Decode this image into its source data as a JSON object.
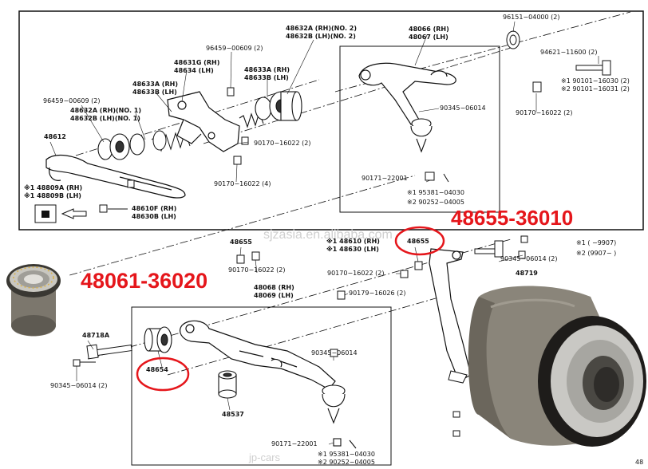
{
  "top_panel": {
    "labels": {
      "p96151": "96151−04000 (2)",
      "p48066": "48066 (RH)",
      "p48067": "48067 (LH)",
      "p48632a": "48632A (RH)(NO. 2)",
      "p48632b": "48632B (LH)(NO. 2)",
      "p96459a": "96459−00609 (2)",
      "p48631g": "48631G (RH)",
      "p48634": "48634 (LH)",
      "p48633a_r": "48633A (RH)",
      "p48633b_r": "48633B (LH)",
      "p94621": "94621−11600 (2)",
      "p90101a": "※1 90101−16030 (2)",
      "p90101b": "※2 90101−16031 (2)",
      "p48633a_l": "48633A (RH)",
      "p48633b_l": "48633B (LH)",
      "p96459b": "96459−00609 (2)",
      "p48632a1": "48632A (RH)(NO. 1)",
      "p48632b1": "48632B (LH)(NO. 1)",
      "p90345": "90345−06014",
      "p90170a": "90170−16022 (2)",
      "p48612": "48612",
      "p90170b": "90170−16022 (2)",
      "p90170c": "90170−16022 (4)",
      "p90171": "90171−22001",
      "p48809a": "※1 48809A (RH)",
      "p48809b": "※1 48809B (LH)",
      "p95381": "※1 95381−04030",
      "p90252": "※2 90252−04005",
      "p48610f": "48610F (RH)",
      "p48630b": "48630B (LH)"
    }
  },
  "bottom_panel": {
    "labels": {
      "b48655a": "48655",
      "b48610f": "※1 48610 (RH)",
      "b48630": "※1 48630 (LH)",
      "b48655b": "48655",
      "b90345a": "90345−06014 (2)",
      "b90170a": "90170−16022 (2)",
      "b90170b": "90170−16022 (2)",
      "b48719": "48719",
      "b48068": "48068 (RH)",
      "b48069": "48069 (LH)",
      "b90179": "90179−16026 (2)",
      "b48718a": "48718A",
      "b90345b": "90345−06014",
      "b48654": "48654",
      "b90345c": "90345−06014 (2)",
      "b48537": "48537",
      "b90171": "90171−22001",
      "b95381": "※1 95381−04030",
      "b90252": "※2 90252−04005",
      "b48_edge": "48"
    },
    "note_1": "※1  (      −9907)",
    "note_2": "※2  (9907−      )"
  },
  "callouts": {
    "part_a": "48655-36010",
    "part_b": "48061-36020"
  },
  "watermarks": {
    "w1": "sjzasia.en.alibaba.com",
    "w2": "jp-cars"
  },
  "colors": {
    "highlight": "#e5161b",
    "line": "#111111",
    "bushing_rubber": "#6e6a62",
    "bushing_metal": "#cfcfcf"
  }
}
